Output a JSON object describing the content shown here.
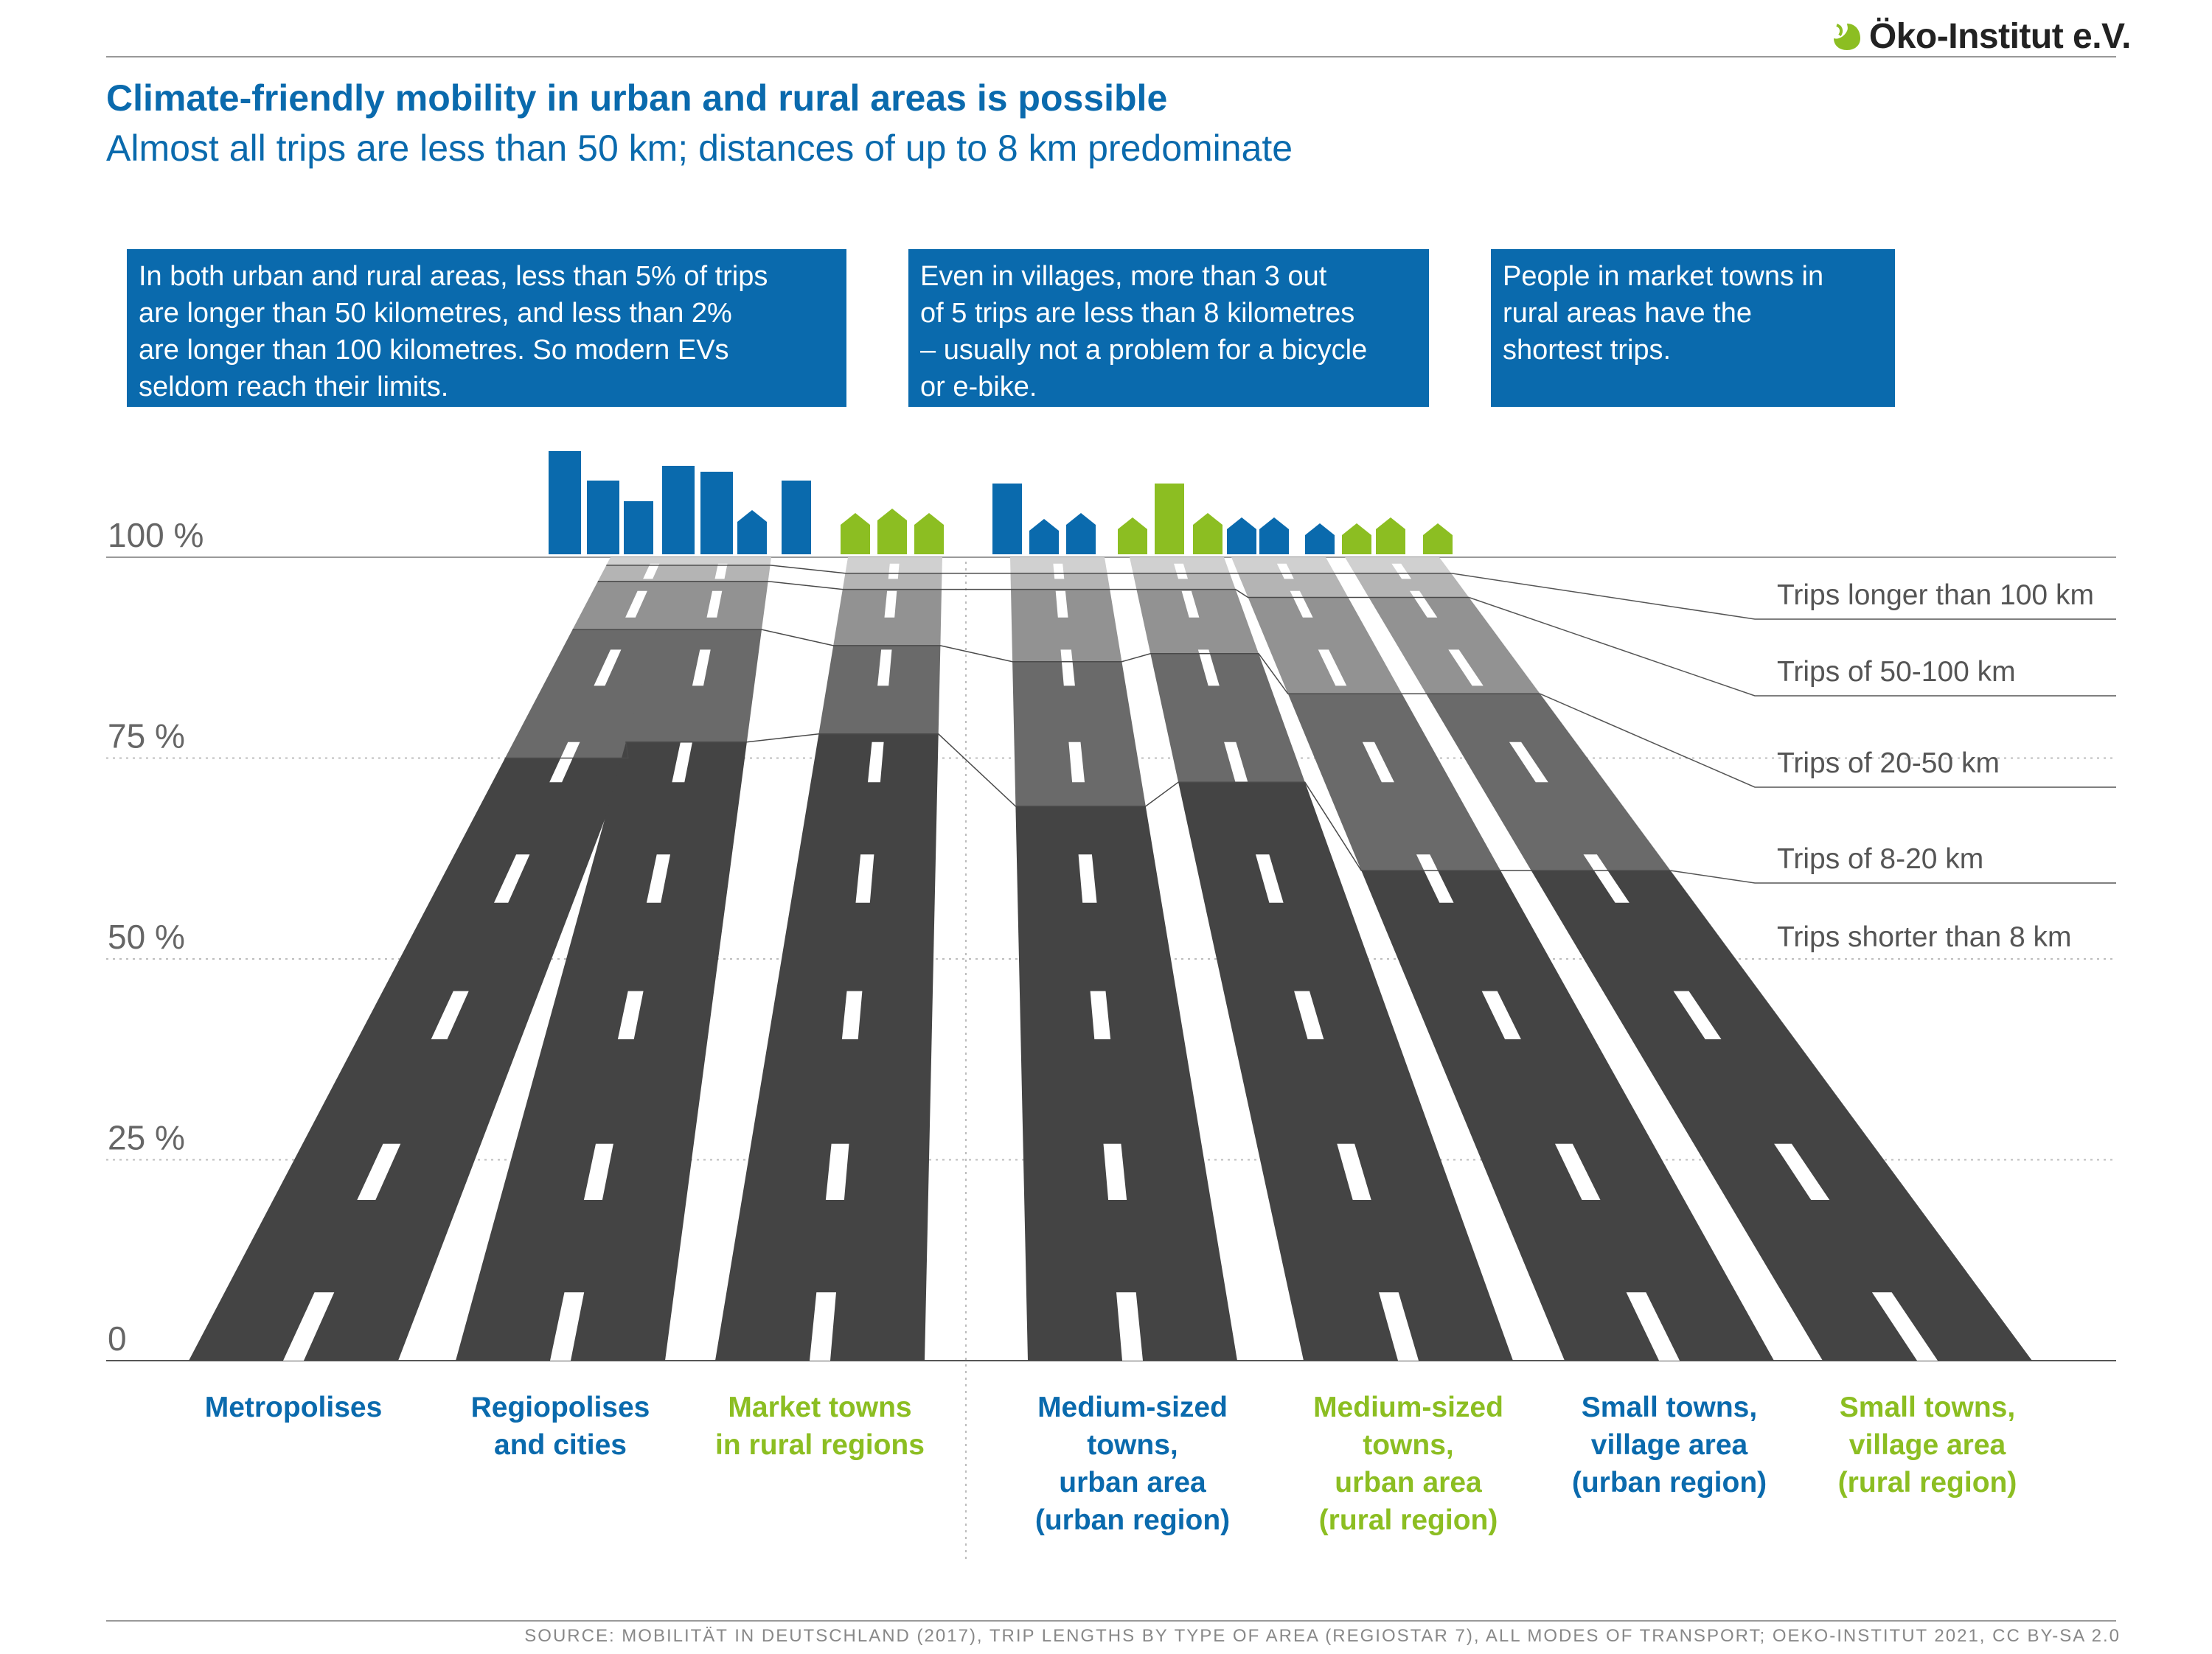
{
  "header": {
    "logo_text": "Öko-Institut e.V.",
    "title": "Climate-friendly mobility in urban and rural areas is possible",
    "subtitle": "Almost all trips are less than 50 km; distances of up to 8 km predominate"
  },
  "callouts": [
    {
      "lines": [
        "In both urban and rural areas, less than 5% of trips",
        "are longer than 50 kilometres, and less than 2%",
        "are longer than 100 kilometres. So modern EVs",
        "seldom reach their limits."
      ]
    },
    {
      "lines": [
        "Even in villages, more than 3 out",
        "of 5 trips are less than 8 kilometres",
        "– usually not a problem for a bicycle",
        "or e-bike."
      ]
    },
    {
      "lines": [
        "People in market towns in",
        "rural areas have the",
        "shortest trips."
      ]
    }
  ],
  "colors": {
    "urban": "#0a6aad",
    "rural": "#8cbe22",
    "band_colors": [
      "#444444",
      "#6a6a6a",
      "#929292",
      "#b4b4b4",
      "#d0d0d0"
    ]
  },
  "footer": {
    "source": "SOURCE: MOBILITÄT IN DEUTSCHLAND (2017), TRIP LENGTHS BY TYPE OF AREA (REGIOSTAR 7), ALL MODES OF TRANSPORT; OEKO-INSTITUT 2021, CC BY-SA 2.0"
  },
  "chart_data": {
    "type": "bar",
    "stacked": true,
    "title": "",
    "xlabel": "",
    "ylabel": "",
    "ylim": [
      0,
      100
    ],
    "y_ticks": [
      "0",
      "25 %",
      "50 %",
      "75 %",
      "100 %"
    ],
    "grid": true,
    "legend_position": "right",
    "categories": [
      {
        "lines": [
          "Metropolises"
        ],
        "area": "urban"
      },
      {
        "lines": [
          "Regiopolises",
          "and cities"
        ],
        "area": "urban"
      },
      {
        "lines": [
          "Market towns",
          "in rural regions"
        ],
        "area": "rural"
      },
      {
        "lines": [
          "Medium-sized",
          "towns,",
          "urban area",
          "(urban region)"
        ],
        "area": "urban"
      },
      {
        "lines": [
          "Medium-sized",
          "towns,",
          "urban area",
          "(rural region)"
        ],
        "area": "rural"
      },
      {
        "lines": [
          "Small towns,",
          "village area",
          "(urban region)"
        ],
        "area": "urban"
      },
      {
        "lines": [
          "Small towns,",
          "village area",
          "(rural region)"
        ],
        "area": "rural"
      }
    ],
    "series": [
      {
        "name": "Trips shorter than 8 km",
        "values": [
          75,
          77,
          78,
          69,
          72,
          61,
          61
        ]
      },
      {
        "name": "Trips of 8-20 km",
        "values": [
          16,
          14,
          11,
          18,
          16,
          22,
          22
        ]
      },
      {
        "name": "Trips of 20-50 km",
        "values": [
          6,
          6,
          7,
          9,
          8,
          12,
          12
        ]
      },
      {
        "name": "Trips of 50-100 km",
        "values": [
          2,
          2,
          2,
          2,
          2,
          3,
          3
        ]
      },
      {
        "name": "Trips longer than 100 km",
        "values": [
          1,
          1,
          2,
          2,
          2,
          2,
          2
        ]
      }
    ]
  }
}
